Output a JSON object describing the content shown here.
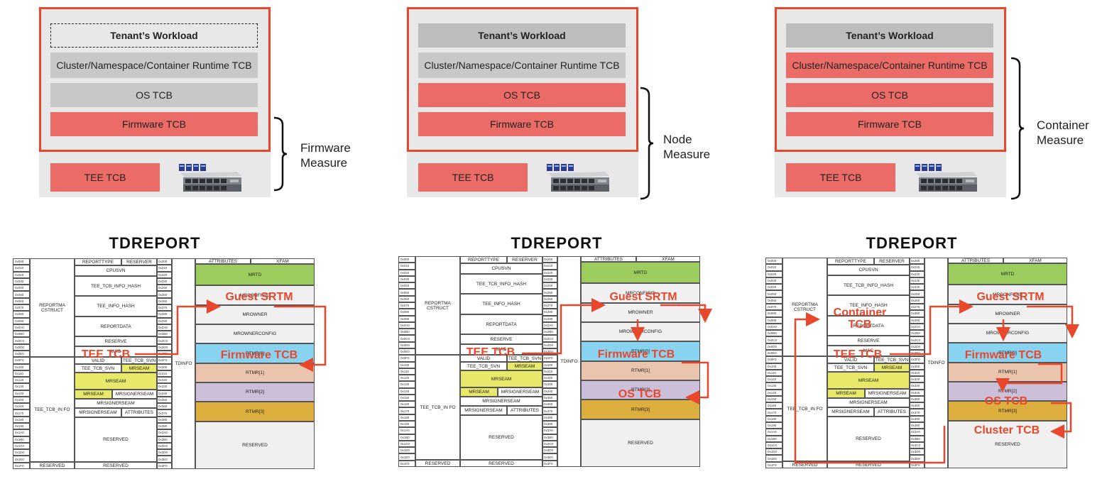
{
  "panels": [
    {
      "workload": "Tenant’s Workload",
      "cluster": "Cluster/Namespace/Container Runtime TCB",
      "os": "OS TCB",
      "firmware": "Firmware TCB",
      "tee": "TEE TCB",
      "measure": "Firmware Measure",
      "report_title": "TDREPORT",
      "overlays": [
        "Guest SRTM",
        "TEE TCB",
        "Firmware TCB"
      ]
    },
    {
      "workload": "Tenant’s Workload",
      "cluster": "Cluster/Namespace/Container Runtime TCB",
      "os": "OS TCB",
      "firmware": "Firmware TCB",
      "tee": "TEE TCB",
      "measure": "Node Measure",
      "report_title": "TDREPORT",
      "overlays": [
        "Guest SRTM",
        "TEE TCB",
        "Firmware TCB",
        "OS TCB"
      ]
    },
    {
      "workload": "Tenant’s Workload",
      "cluster": "Cluster/Namespace/Container Runtime TCB",
      "os": "OS TCB",
      "firmware": "Firmware TCB",
      "tee": "TEE TCB",
      "measure": "Container Measure",
      "report_title": "TDREPORT",
      "overlays": [
        "Guest SRTM",
        "Container TCB",
        "TEE TCB",
        "Firmware TCB",
        "OS TCB",
        "Cluster TCB"
      ]
    }
  ],
  "table": {
    "left_offsets": [
      "0x000",
      "0x010",
      "0x020",
      "0x030",
      "0x040",
      "0x050",
      "0x060",
      "0x070",
      "0x080",
      "0x090",
      "0x0A0",
      "0x0B0",
      "0x0C0",
      "0x0D0",
      "0x0E0",
      "0x0F0",
      "0x100",
      "0x110",
      "0x120",
      "0x130",
      "0x140",
      "0x150",
      "0x160",
      "0x170",
      "0x180",
      "0x190",
      "0x1A0",
      "0x1B0",
      "0x1C0",
      "0x1D0",
      "0x1E0",
      "0x1F0"
    ],
    "right_offsets": [
      "0x200",
      "0x210",
      "0x220",
      "0x230",
      "0x240",
      "0x250",
      "0x260",
      "0x270",
      "0x280",
      "0x290",
      "0x2A0",
      "0x2B0",
      "0x2C0",
      "0x2D0",
      "0x2E0",
      "0x2F0",
      "0x300",
      "0x310",
      "0x320",
      "0x330",
      "0x340",
      "0x350",
      "0x360",
      "0x370",
      "0x380",
      "0x390",
      "0x3A0",
      "0x3B0",
      "0x3C0",
      "0x3D0",
      "0x3E0",
      "0x3F0"
    ],
    "reportmacstruct": "REPORTMA CSTRUCT",
    "tee_tcb_info": "TEE_TCB_IN FO",
    "reserved_left": "RESERVED",
    "tdinfo": "TDINFO",
    "reporttype": "REPORTTYPE",
    "reserver": "RESERVER",
    "cpusvn": "CPUSVN",
    "tee_tcb_info_hash": "TEE_TCB_INFO_HASH",
    "tee_info_hash": "TEE_INFO_HASH",
    "reportdata": "REPORTDATA",
    "reserve": "RESERVE",
    "mac": "MAC",
    "valid": "VALID",
    "tee_tcb_svn": "TEE_TCB_SVN",
    "mrseam": "MRSEAM",
    "mrsignerseam": "MRSIGNERSEAM",
    "attributes": "ATTRIBUTES",
    "reserved": "RESERVED",
    "attributes_hdr": "ATTRIBUTES",
    "xfam": "XFAM",
    "mrtd": "MRTD",
    "mrconfigid": "MRCONFIGID",
    "mrowner": "MROWNER",
    "mrownerconfig": "MROWNERCONFIG",
    "rtmr0": "RTMR[0]",
    "rtmr1": "RTMR[1]",
    "rtmr2": "RTMR[2]",
    "rtmr3": "RTMR[3]"
  },
  "colors": {
    "accent": "#e8472c",
    "tcb_red": "#eb6b66",
    "mrtd_green": "#9bcc5d",
    "rtmr0_blue": "#87d3f0",
    "rtmr1_peach": "#ebc4ad",
    "rtmr2_lavender": "#ccbfd9",
    "rtmr3_gold": "#dcae3d",
    "mrseam_yellow": "#e8e86a"
  }
}
